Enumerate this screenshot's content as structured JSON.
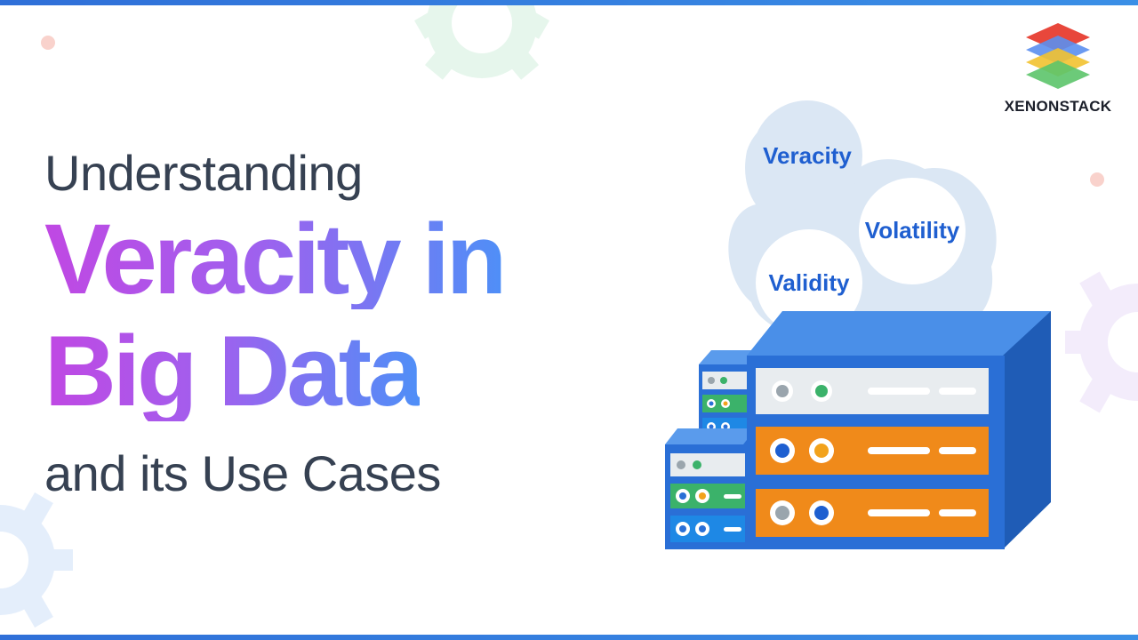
{
  "title": {
    "line1": "Understanding",
    "line2": "Veracity in",
    "line3": "Big Data",
    "line4": "and its Use Cases"
  },
  "brand": {
    "name": "XENONSTACK"
  },
  "illustration": {
    "bubbles": [
      "Veracity",
      "Volatility",
      "Validity"
    ]
  },
  "colors": {
    "headline_dark": "#364152",
    "gradient_start": "#c048e3",
    "gradient_end": "#4f8ff7",
    "bubble_text": "#1f5fd0",
    "server_blue": "#2a6fd6",
    "server_orange": "#f08a1a"
  }
}
